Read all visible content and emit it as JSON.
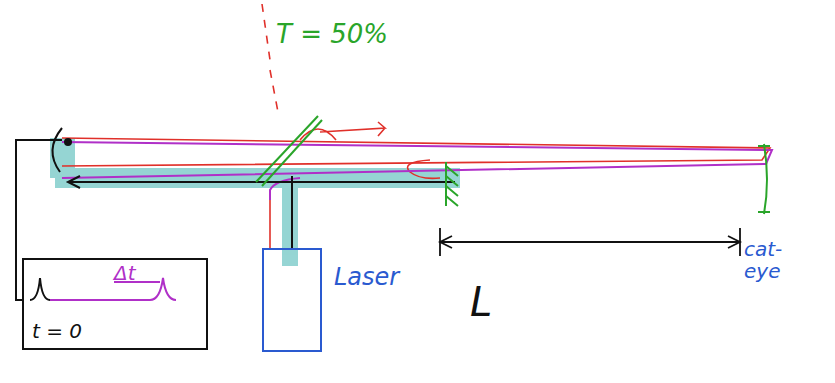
{
  "diagram": {
    "nodes": [
      {
        "text": [
          "Δt",
          "t = 0"
        ]
      },
      {
        "text": [
          "Laser"
        ]
      }
    ],
    "labels": [
      "T = 50%",
      "L",
      "cat- eye"
    ]
  }
}
